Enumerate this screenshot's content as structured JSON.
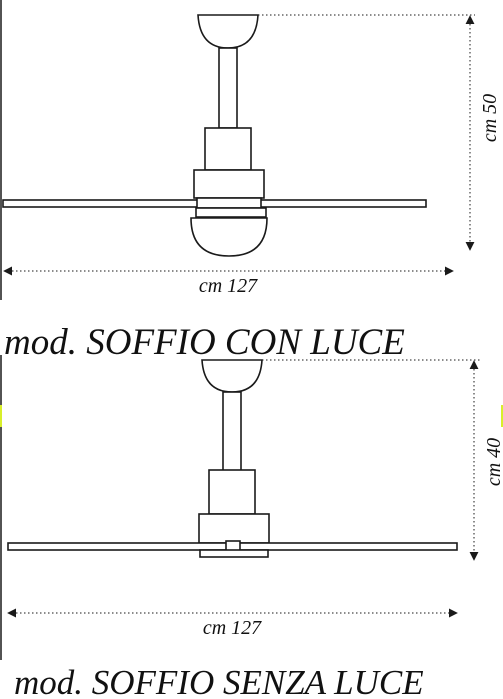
{
  "colors": {
    "line": "#1a1a1a",
    "dimension": "#1a1a1a",
    "accent_marks": "#d8ef2a",
    "background": "#ffffff"
  },
  "fan_with_light": {
    "model_name": "mod. SOFFIO CON LUCE",
    "width_label": "cm 127",
    "height_label": "cm 50",
    "has_light_globe": true
  },
  "fan_without_light": {
    "model_name": "mod. SOFFIO SENZA LUCE",
    "width_label": "cm 127",
    "height_label": "cm 40",
    "has_light_globe": false
  }
}
